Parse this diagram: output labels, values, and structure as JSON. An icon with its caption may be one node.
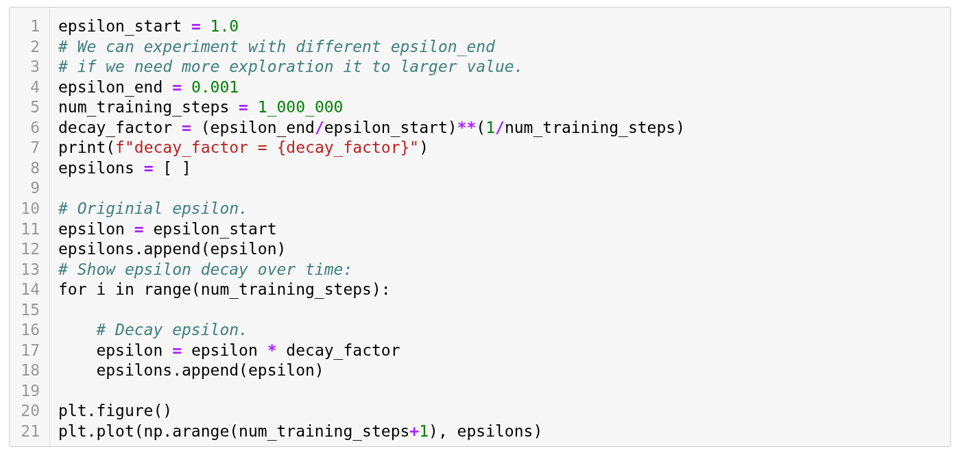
{
  "diagram": {
    "labels": [
      "1",
      "epsilon_start = 1.0",
      "2",
      "# We can experiment with different epsilon_end",
      "3",
      "# if we need more exploration it to larger value.",
      "4",
      "epsilon_end = 0.001",
      "5",
      "num_training_steps = 1_000_000",
      "6",
      "decay_factor = (epsilon_end/epsilon_start)**(1/num_training_steps)",
      "7",
      "print(f\"decay_factor = {decay_factor}\")",
      "8",
      "epsilons = [ ]",
      "9",
      "10",
      "# Originial epsilon.",
      "11",
      "epsilon = epsilon_start",
      "12",
      "epsilons.append(epsilon)",
      "13",
      "# Show epsilon decay over time:",
      "14",
      "for i in range(num_training_steps):",
      "15",
      "16",
      "    # Decay epsilon.",
      "17",
      "    epsilon = epsilon * decay_factor",
      "18",
      "    epsilons.append(epsilon)",
      "19",
      "20",
      "plt.figure()",
      "21",
      "plt.plot(np.arange(num_training_steps+1), epsilons)"
    ]
  }
}
